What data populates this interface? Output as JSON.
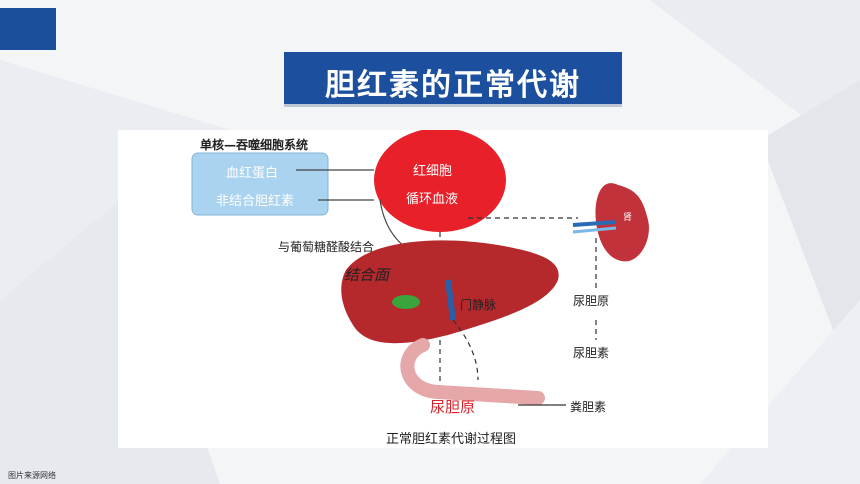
{
  "title": "胆红素的正常代谢",
  "credit": "图片来源网络",
  "diagram": {
    "mono_system": "单核—吞噬细胞系统",
    "hemoglobin": "血红蛋白",
    "unconjugated_bilirubin": "非结合胆红素",
    "rbc": "红细胞",
    "circulation": "循环血液",
    "glucuronic": "与葡萄糖醛酸结合",
    "conjugated": "结合面",
    "portal_vein": "门静脉",
    "kidney": "肾",
    "urobilinogen_kidney": "尿胆原",
    "urobilin": "尿胆素",
    "urobilinogen_gut": "尿胆原",
    "stercobilin": "粪胆素",
    "caption": "正常胆红素代谢过程图"
  },
  "colors": {
    "accent": "#1c4f9d",
    "rbc": "#e8202a",
    "liver": "#b5282c",
    "box": "#a9d3ef"
  }
}
